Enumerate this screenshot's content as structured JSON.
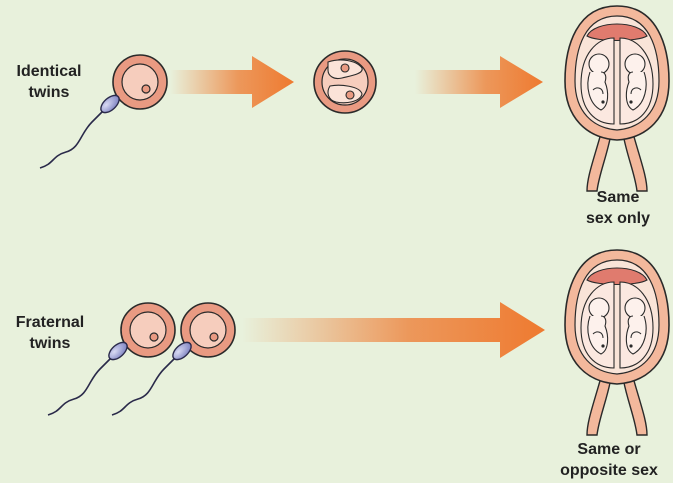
{
  "identical": {
    "label_line1": "Identical",
    "label_line2": "twins",
    "outcome_line1": "Same",
    "outcome_line2": "sex only"
  },
  "fraternal": {
    "label_line1": "Fraternal",
    "label_line2": "twins",
    "outcome_line1": "Same or",
    "outcome_line2": "opposite sex"
  },
  "colors": {
    "background": "#e8f1dc",
    "arrow": "#ee7a30",
    "cell_outer": "#e99a82",
    "cell_inner": "#f6cdbd",
    "uterus": "#f3b89c",
    "sperm": "#8b8fc9"
  }
}
